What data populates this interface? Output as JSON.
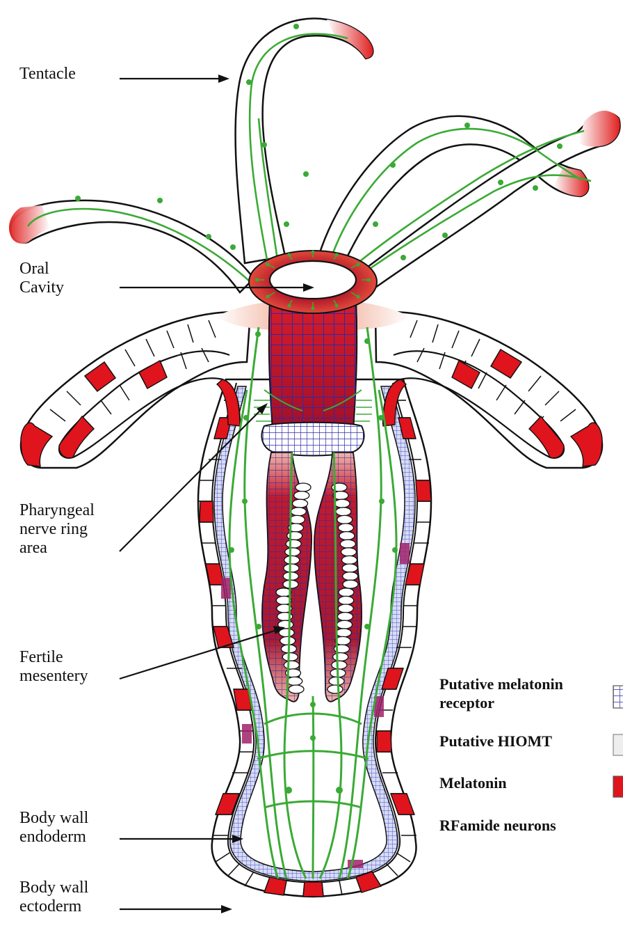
{
  "labels": {
    "tentacle": "Tentacle",
    "oral_1": "Oral",
    "oral_2": "Cavity",
    "pharyngeal_1": "Pharyngeal",
    "pharyngeal_2": "nerve ring",
    "pharyngeal_3": "area",
    "fertile_1": "Fertile",
    "fertile_2": "mesentery",
    "endoderm_1": "Body wall",
    "endoderm_2": "endoderm",
    "ectoderm_1": "Body wall",
    "ectoderm_2": "ectoderm"
  },
  "legend": {
    "receptor_1": "Putative melatonin",
    "receptor_2": "receptor",
    "hiomt": "Putative HIOMT",
    "melatonin": "Melatonin",
    "rfamide": "RFamide neurons"
  },
  "colors": {
    "melatonin": "#e0141c",
    "receptor_grid": "#2b2ba8",
    "neuron": "#3aaa35",
    "outline": "#111111",
    "mesentery": "#b0182a"
  }
}
